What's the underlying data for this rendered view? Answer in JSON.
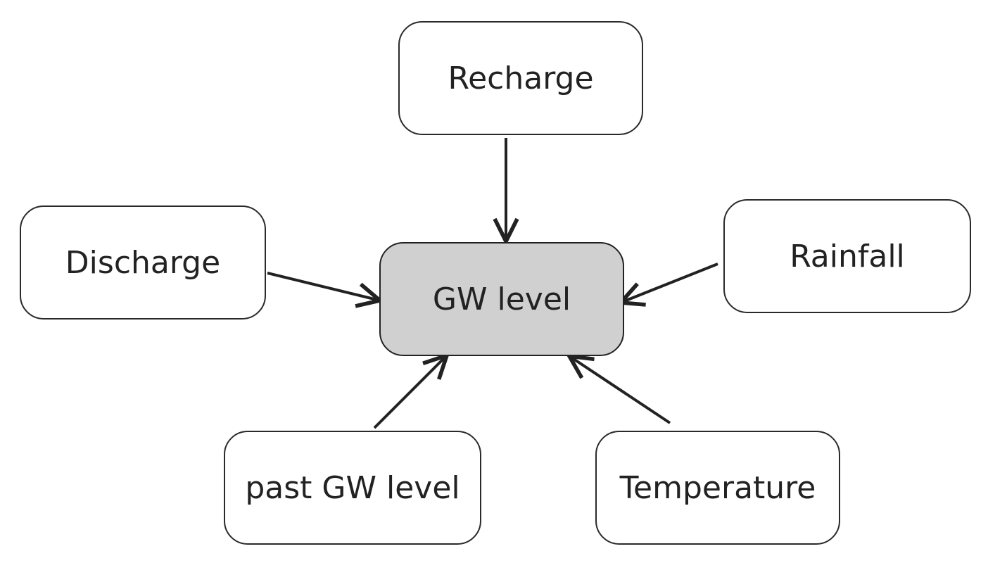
{
  "diagram": {
    "center": {
      "label": "GW level"
    },
    "nodes": {
      "recharge": {
        "label": "Recharge"
      },
      "discharge": {
        "label": "Discharge"
      },
      "rainfall": {
        "label": "Rainfall"
      },
      "past_gw_level": {
        "label": "past GW level"
      },
      "temperature": {
        "label": "Temperature"
      }
    },
    "edges": [
      {
        "from": "Recharge",
        "to": "GW level"
      },
      {
        "from": "Discharge",
        "to": "GW level"
      },
      {
        "from": "Rainfall",
        "to": "GW level"
      },
      {
        "from": "past GW level",
        "to": "GW level"
      },
      {
        "from": "Temperature",
        "to": "GW level"
      }
    ],
    "colors": {
      "center_fill": "#d0d0d0",
      "node_fill": "#ffffff",
      "stroke": "#222222"
    }
  }
}
